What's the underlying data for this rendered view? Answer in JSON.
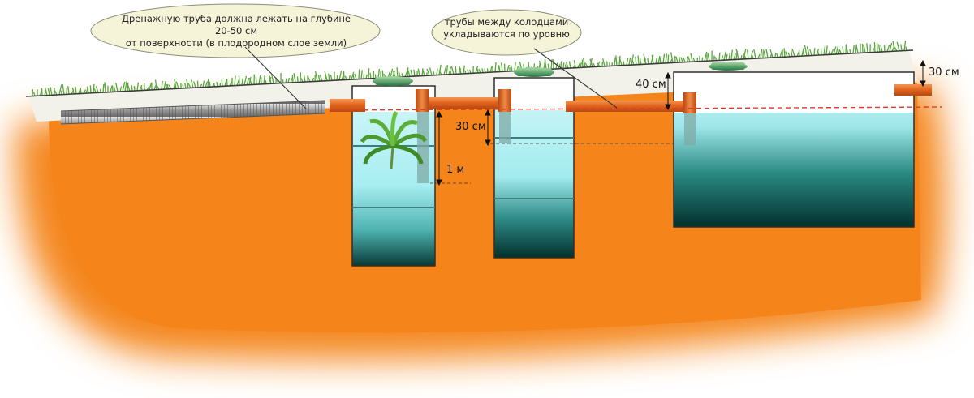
{
  "callouts": {
    "drainage": {
      "line1": "Дренажную труба должна лежать на глубине 20-50 см",
      "line2": "от поверхности (в плодородном слое земли)"
    },
    "pipes": {
      "line1": "трубы между колодцами",
      "line2": "укладываются по уровню"
    }
  },
  "dimensions": {
    "depth_top_right": "30 см",
    "depth_big_tank": "40 см",
    "depth_second_well": "30 см",
    "depth_first_well": "1 м"
  },
  "colors": {
    "soil": "#f4861a",
    "grass": "#5aa93a",
    "water_light": "#c8f4f6",
    "water_dark": "#05302e",
    "pipe": "#e9681f",
    "level_line": "#e23b2b",
    "lid": "#3f8c55"
  }
}
